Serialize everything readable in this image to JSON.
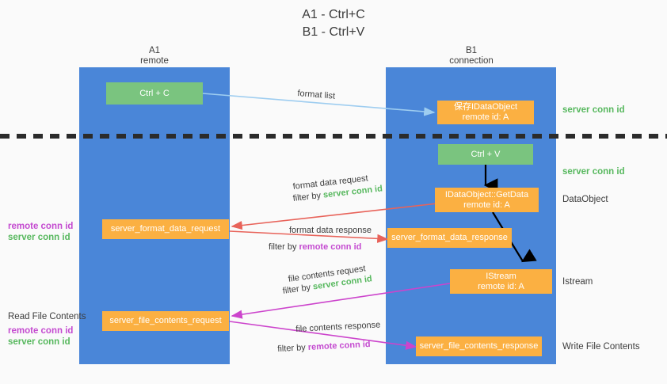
{
  "title": {
    "line1": "A1 - Ctrl+C",
    "line2": "B1 - Ctrl+V"
  },
  "columns": [
    {
      "name": "A1",
      "sub": "remote"
    },
    {
      "name": "B1",
      "sub": "connection"
    }
  ],
  "boxes": {
    "ctrl_c": {
      "line1": "Ctrl + C"
    },
    "save_idataobject": {
      "line1": "保存IDataObject",
      "line2": "remote id: A"
    },
    "ctrl_v": {
      "line1": "Ctrl + V"
    },
    "getdata": {
      "line1": "IDataObject::GetData",
      "line2": "remote id: A"
    },
    "format_data_request": {
      "line1": "server_format_data_request"
    },
    "format_data_response": {
      "line1": "server_format_data_response"
    },
    "istream": {
      "line1": "IStream",
      "line2": "remote id: A"
    },
    "file_contents_request": {
      "line1": "server_file_contents_request"
    },
    "file_contents_response": {
      "line1": "server_file_contents_response"
    }
  },
  "right_labels": {
    "server_conn_id_1": "server conn id",
    "server_conn_id_2": "server conn id",
    "dataobject": "DataObject",
    "istream": "Istream",
    "write_file_contents": "Write File Contents"
  },
  "left_labels": {
    "format_remote": "remote conn id",
    "format_server": "server conn id",
    "read_file_contents": "Read File Contents",
    "file_remote": "remote conn id",
    "file_server": "server conn id"
  },
  "arrow_labels": {
    "format_list": "format list",
    "format_data_request": "format data request",
    "format_data_request_filter_prefix": "filter by ",
    "format_data_request_filter_key": "server conn id",
    "format_data_response": "format data response",
    "format_data_response_filter_prefix": "filter by ",
    "format_data_response_filter_key": "remote conn id",
    "file_contents_request": "file contents request",
    "file_contents_request_filter_prefix": "filter by ",
    "file_contents_request_filter_key": "server conn id",
    "file_contents_response": "file contents response",
    "file_contents_response_filter_prefix": "filter by ",
    "file_contents_response_filter_key": "remote conn id"
  },
  "colors": {
    "panel": "#4a86d8",
    "green_box": "#7ac47f",
    "orange_box": "#fbb042",
    "server_conn_id": "#57b85e",
    "remote_conn_id": "#c44ad0",
    "red_arrow": "#e8635a",
    "magenta_arrow": "#cc44cc",
    "blue_arrow": "#9ecdf0",
    "black_arrow": "#000000",
    "background": "#fafafa"
  }
}
